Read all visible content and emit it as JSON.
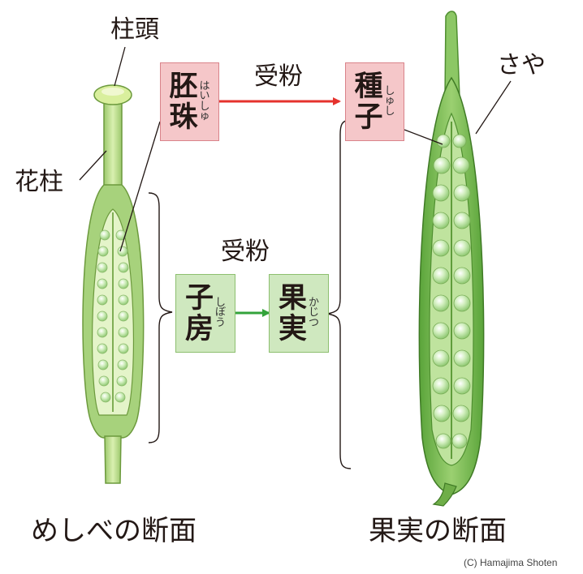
{
  "labels": {
    "stigma": "柱頭",
    "style": "花柱",
    "pod": "さや",
    "pollination_top": "受粉",
    "pollination_mid": "受粉",
    "pistil_section": "めしべの断面",
    "fruit_section": "果実の断面"
  },
  "boxes": {
    "ovule": {
      "chars": [
        "胚",
        "珠"
      ],
      "ruby": [
        "は",
        "い",
        "し",
        "ゅ"
      ]
    },
    "seed": {
      "chars": [
        "種",
        "子"
      ],
      "ruby": [
        "し",
        "ゅ",
        "",
        "し"
      ]
    },
    "ovary": {
      "chars": [
        "子",
        "房"
      ],
      "ruby": [
        "し",
        "",
        "ぼ",
        "う"
      ]
    },
    "fruit": {
      "chars": [
        "果",
        "実"
      ],
      "ruby": [
        "か",
        "",
        "じ",
        "つ"
      ]
    }
  },
  "copyright": "(C) Hamajima Shoten",
  "colors": {
    "red_arrow": "#e5322d",
    "green_arrow": "#33a33b",
    "pink_box": "#f5c7c9",
    "green_box": "#cfe8bf",
    "pod_green": "#6fb24a",
    "seed_green": "#b8e0a0"
  }
}
